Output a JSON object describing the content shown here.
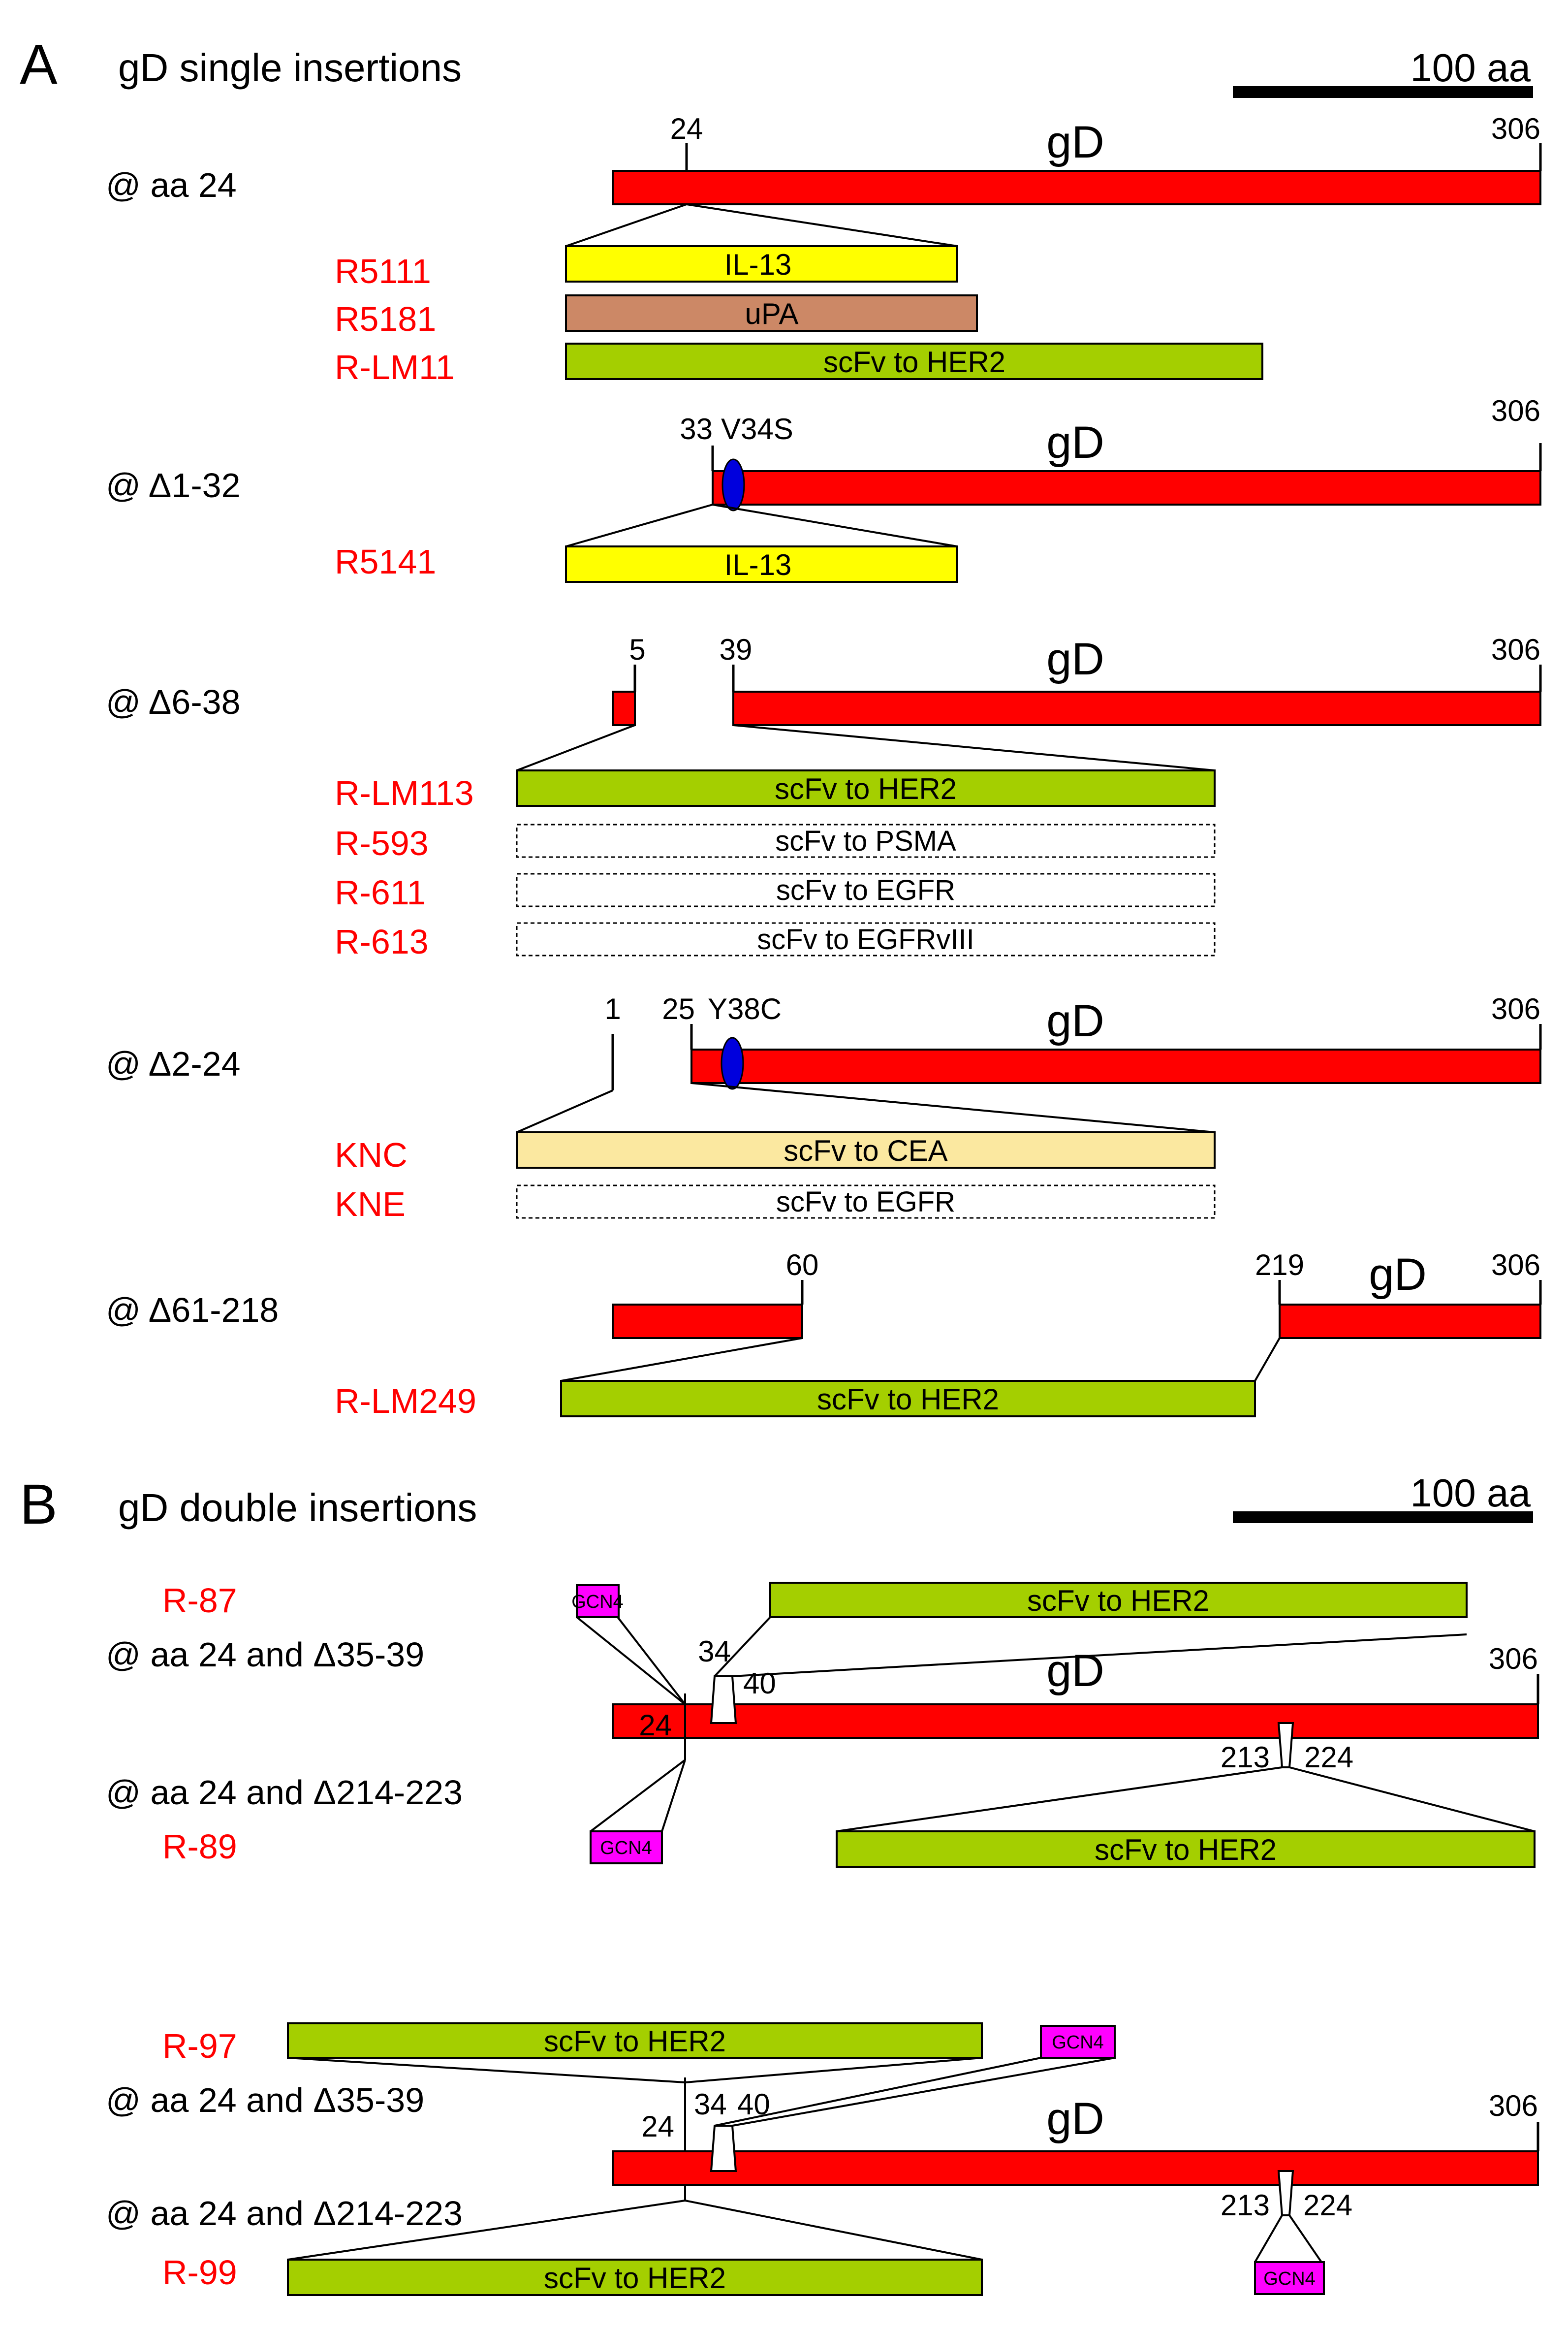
{
  "colors": {
    "gd_red": "#ff0000",
    "scfv_green": "#a4cf00",
    "il13_yellow": "#ffff00",
    "upa_brown": "#cc8866",
    "cea_tan": "#fbe8a0",
    "gcn4_magenta": "#ff00ff",
    "mutation_blue": "#0000dd",
    "label_red": "#ff0000"
  },
  "panel_a": {
    "letter": "A",
    "title": "gD single insertions",
    "scale_bar": "100 aa",
    "gd_label": "gD",
    "constructs": {
      "aa24": {
        "site": "@ aa 24",
        "marks": {
          "n24": "24",
          "n306": "306"
        },
        "inserts": [
          {
            "name": "R5111",
            "payload": "IL-13"
          },
          {
            "name": "R5181",
            "payload": "uPA"
          },
          {
            "name": "R-LM11",
            "payload": "scFv to HER2"
          }
        ]
      },
      "del1_32": {
        "site": "@ Δ1-32",
        "marks": {
          "n33": "33",
          "mutation": "V34S",
          "n306": "306"
        },
        "inserts": [
          {
            "name": "R5141",
            "payload": "IL-13"
          }
        ]
      },
      "del6_38": {
        "site": "@ Δ6-38",
        "marks": {
          "n5": "5",
          "n39": "39",
          "n306": "306"
        },
        "inserts": [
          {
            "name": "R-LM113",
            "payload": "scFv to HER2"
          },
          {
            "name": "R-593",
            "payload": "scFv to PSMA"
          },
          {
            "name": "R-611",
            "payload": "scFv to EGFR"
          },
          {
            "name": "R-613",
            "payload": "scFv to EGFRvIII"
          }
        ]
      },
      "del2_24": {
        "site": "@ Δ2-24",
        "marks": {
          "n1": "1",
          "n25": "25",
          "mutation": "Y38C",
          "n306": "306"
        },
        "inserts": [
          {
            "name": "KNC",
            "payload": "scFv to CEA"
          },
          {
            "name": "KNE",
            "payload": "scFv to EGFR"
          }
        ]
      },
      "del61_218": {
        "site": "@ Δ61-218",
        "marks": {
          "n60": "60",
          "n219": "219",
          "n306": "306"
        },
        "inserts": [
          {
            "name": "R-LM249",
            "payload": "scFv to HER2"
          }
        ]
      }
    }
  },
  "panel_b": {
    "letter": "B",
    "title": "gD double insertions",
    "scale_bar": "100 aa",
    "gd_label": "gD",
    "group1": {
      "top_name": "R-87",
      "top_site": "@ aa 24 and Δ35-39",
      "bottom_site": "@ aa 24 and Δ214-223",
      "bottom_name": "R-89",
      "gcn4": "GCN4",
      "scfv": "scFv to HER2",
      "marks": {
        "n34": "34",
        "n40": "40",
        "n24": "24",
        "n306": "306",
        "n213": "213",
        "n224": "224"
      }
    },
    "group2": {
      "top_name": "R-97",
      "top_site": "@ aa 24 and Δ35-39",
      "bottom_site": "@ aa 24 and Δ214-223",
      "bottom_name": "R-99",
      "gcn4": "GCN4",
      "scfv": "scFv to HER2",
      "marks": {
        "n24": "24",
        "n34": "34",
        "n40": "40",
        "n306": "306",
        "n213": "213",
        "n224": "224"
      }
    }
  }
}
